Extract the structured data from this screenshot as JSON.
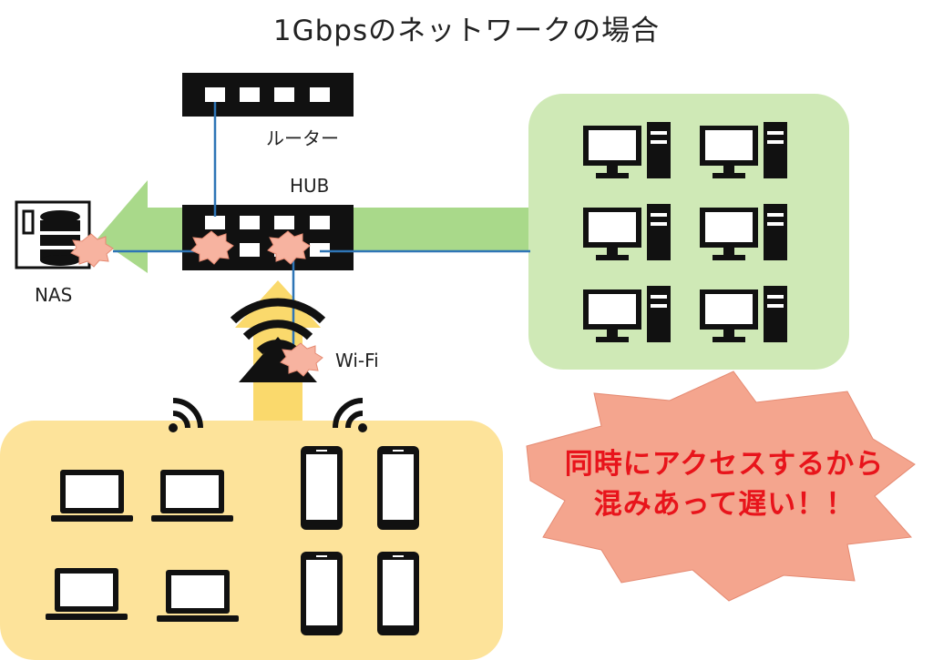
{
  "title": "1Gbpsのネットワークの場合",
  "labels": {
    "router": "ルーター",
    "hub": "HUB",
    "nas": "NAS",
    "wifi": "Wi-Fi"
  },
  "callout": {
    "line1": "同時にアクセスするから",
    "line2": "混みあって遅い！！"
  },
  "colors": {
    "wired_group_bg": "#cfe9b6",
    "wireless_group_bg": "#fde39a",
    "green_arrow": "#a9d98a",
    "yellow_arrow": "#fad96c",
    "callout_bg": "#f4a58e",
    "callout_text": "#e8141b",
    "collision_burst": "#f7b3a0",
    "cable": "#2e75b6"
  },
  "icons": {
    "desktops": [
      "desktop-pc-icon",
      "desktop-pc-icon",
      "desktop-pc-icon",
      "desktop-pc-icon",
      "desktop-pc-icon",
      "desktop-pc-icon"
    ],
    "laptops": [
      "laptop-icon",
      "laptop-icon",
      "laptop-icon",
      "laptop-icon"
    ],
    "smartphones": [
      "smartphone-icon",
      "smartphone-icon",
      "smartphone-icon",
      "smartphone-icon"
    ]
  }
}
